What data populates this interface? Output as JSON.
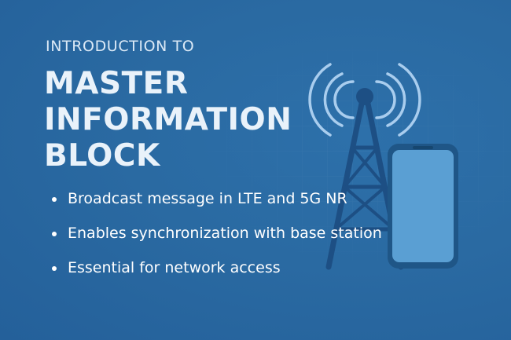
{
  "slide": {
    "subtitle": "INTRODUCTION TO",
    "title_lines": [
      "MASTER",
      "INFORMATION",
      "BLOCK"
    ],
    "bullets": [
      "Broadcast message in LTE and 5G NR",
      "Enables synchronization with base station",
      "Essential for network access"
    ]
  },
  "icons": [
    "cell-tower-icon",
    "signal-waves-icon",
    "smartphone-icon"
  ],
  "colors": {
    "background": "#2a6aa2",
    "tower": "#1d4f84",
    "waves": "#a9cdee",
    "phone_screen": "#5a9fd3",
    "phone_frame": "#1f5687",
    "text": "#ffffff"
  }
}
